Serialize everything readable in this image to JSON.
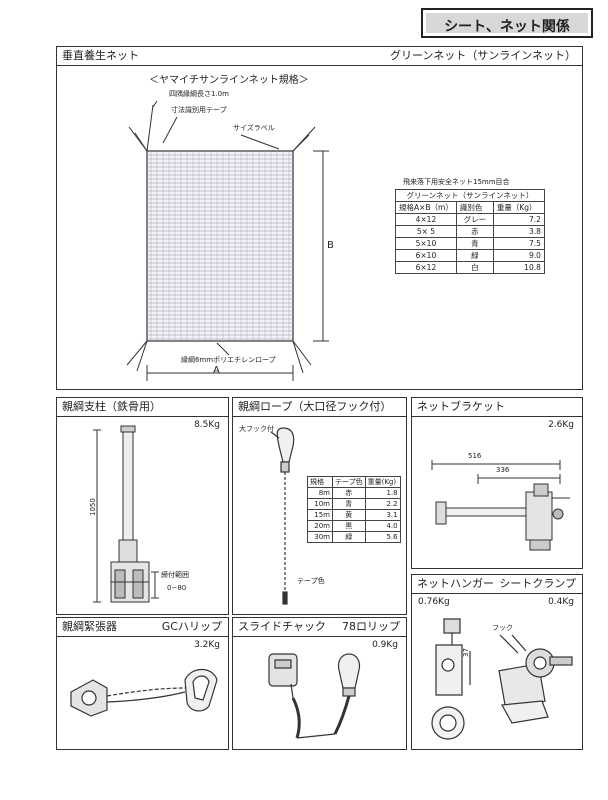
{
  "page_tag": "シート、ネット関係",
  "net_section": {
    "title_left": "垂直養生ネット",
    "title_right": "グリーンネット（サンラインネット）",
    "spec_heading": "＜ヤマイチサンラインネット規格＞",
    "labels": {
      "edge_rope": "四隅縁綱長さ1.0m",
      "tape": "寸法識別用テープ",
      "size_label": "サイズラベル",
      "frame_rope": "縁綱6mmポリエチレンロープ",
      "dim_a": "A",
      "dim_b": "B"
    },
    "table": {
      "caption": "飛来落下用安全ネット15mm目合",
      "subcaption": "グリーンネット（サンラインネット）",
      "headers": [
        "規格A×B（m）",
        "識別色",
        "重量（Kg）"
      ],
      "rows": [
        [
          "4×12",
          "グレー",
          "7.2"
        ],
        [
          "5× 5",
          "赤",
          "3.8"
        ],
        [
          "5×10",
          "青",
          "7.5"
        ],
        [
          "6×10",
          "緑",
          "9.0"
        ],
        [
          "6×12",
          "白",
          "10.8"
        ]
      ]
    }
  },
  "post_section": {
    "title": "親綱支柱（鉄骨用）",
    "weight": "8.5Kg",
    "dim_height": "1050",
    "range_label": "締付範囲",
    "range_value": "0−80"
  },
  "rope_section": {
    "title": "親綱ロープ（大口径フック付）",
    "hook_label": "大フック付",
    "tape_label": "テープ色",
    "table": {
      "headers": [
        "規格",
        "テープ色",
        "重量(Kg)"
      ],
      "rows": [
        [
          "8m",
          "赤",
          "1.8"
        ],
        [
          "10m",
          "青",
          "2.2"
        ],
        [
          "15m",
          "黄",
          "3.1"
        ],
        [
          "20m",
          "黒",
          "4.0"
        ],
        [
          "30m",
          "緑",
          "5.6"
        ]
      ]
    }
  },
  "bracket_section": {
    "title": "ネットブラケット",
    "weight": "2.6Kg",
    "dim_outer": "516",
    "dim_inner": "336"
  },
  "hanger_section": {
    "title_left": "ネットハンガー",
    "title_right": "シートクランプ",
    "weight_left": "0.76Kg",
    "weight_right": "0.4Kg",
    "hook_label": "フック",
    "dim_37": "37"
  },
  "tensioner_section": {
    "title_left": "親綱緊張器",
    "title_right": "GCハリップ",
    "weight": "3.2Kg"
  },
  "chuck_section": {
    "title_left": "スライドチャック",
    "title_right": "78ロリップ",
    "weight": "0.9Kg"
  }
}
